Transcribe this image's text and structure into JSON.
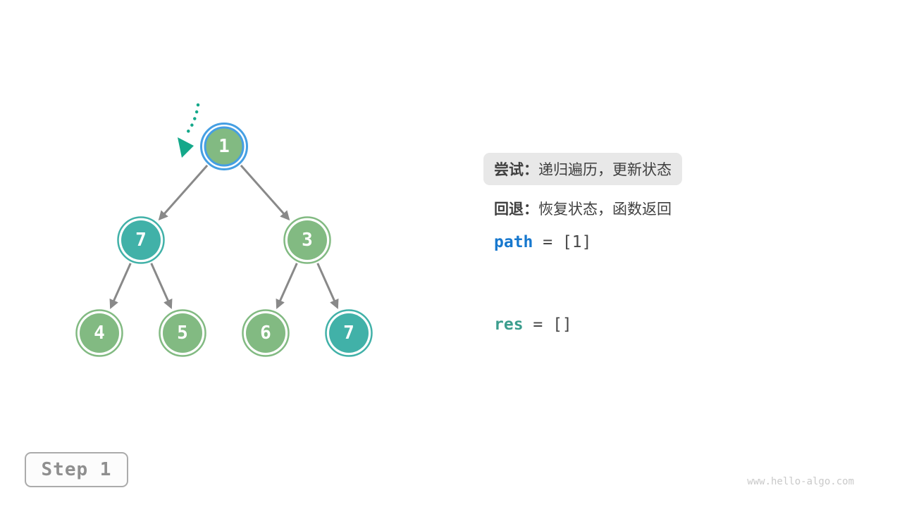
{
  "panel": {
    "try_label": "尝试：",
    "try_text": "递归遍历，更新状态",
    "backtrack_label": "回退：",
    "backtrack_text": "恢复状态，函数返回",
    "path_var": "path",
    "path_rest": " = [1]",
    "res_var": "res",
    "res_rest": " = []"
  },
  "step_badge": {
    "label": "Step 1"
  },
  "watermark": "www.hello-algo.com",
  "tree": {
    "nodes": [
      {
        "value": "1",
        "style": "green",
        "ring": "blue-current"
      },
      {
        "value": "7",
        "style": "teal"
      },
      {
        "value": "3",
        "style": "green"
      },
      {
        "value": "4",
        "style": "green"
      },
      {
        "value": "5",
        "style": "green"
      },
      {
        "value": "6",
        "style": "green"
      },
      {
        "value": "7",
        "style": "teal"
      }
    ],
    "edges": [
      "1->7",
      "1->3",
      "7->4",
      "7->5",
      "3->6",
      "3->7"
    ]
  },
  "colors": {
    "node_green": "#82BA82",
    "node_teal": "#41B1A8",
    "current_ring_blue": "#459FE3",
    "edge_gray": "#898989",
    "pointer_teal": "#14A88A",
    "highlight_bg": "#E8E8E8",
    "text_dark": "#3F3F3F",
    "path_blue": "#1778CE",
    "res_teal": "#3B9D8D",
    "step_gray": "#8F8F8F",
    "watermark_gray": "#C9C9C9"
  }
}
